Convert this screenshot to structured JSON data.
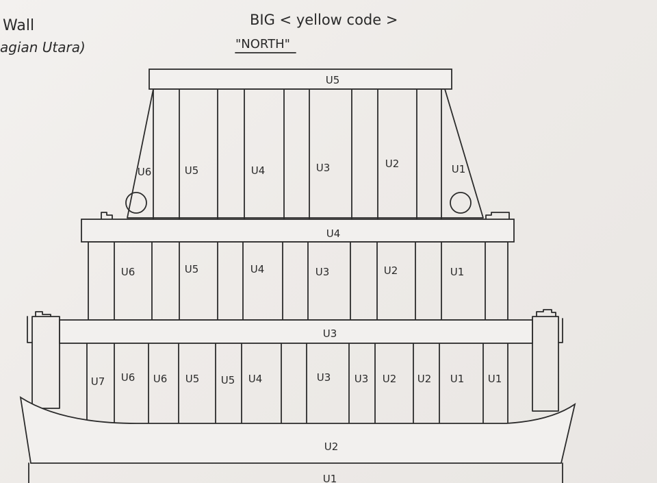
{
  "header": {
    "left_line1": "Wall",
    "left_line2": "agian Utara)",
    "title": "BIG < yellow code >",
    "subtitle": "\"NORTH\""
  },
  "beams": {
    "top": "U5",
    "upper": "U4",
    "middle": "U3",
    "lower": "U2",
    "bottom": "U1"
  },
  "tier_top_labels": [
    "U6",
    "U5",
    "U4",
    "U3",
    "U2",
    "U1"
  ],
  "tier_upper_labels": [
    "U6",
    "U5",
    "U4",
    "U3",
    "U2",
    "U1"
  ],
  "tier_lower_labels": [
    "U7",
    "U6",
    "U6",
    "U5",
    "U5",
    "U4",
    "U3",
    "U3",
    "U2",
    "U2",
    "U1",
    "U1"
  ]
}
